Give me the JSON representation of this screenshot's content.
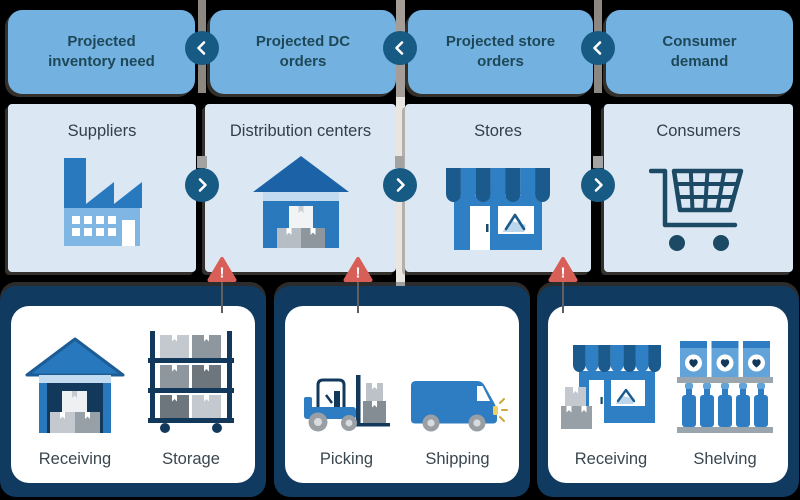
{
  "palette": {
    "page_bg": "#000000",
    "planning_box": "#73b1e1",
    "entity_box": "#dbe8f4",
    "arrow_circle": "#175a84",
    "navy_panel": "#103a5f",
    "card_bg": "#ffffff",
    "heading_text": "#1e4857",
    "body_text": "#3a4750",
    "alert_red": "#d85f58",
    "icon_blue_dark": "#1b5a8c",
    "icon_blue": "#2e7cc1",
    "icon_blue_light": "#7fb6e3",
    "connector_gray": "#a49d98"
  },
  "planning_row": {
    "arrow_direction": "left",
    "boxes": [
      {
        "label": "Projected inventory need"
      },
      {
        "label": "Projected DC orders"
      },
      {
        "label": "Projected store orders"
      },
      {
        "label": "Consumer demand"
      }
    ]
  },
  "entity_row": {
    "arrow_direction": "right",
    "boxes": [
      {
        "label": "Suppliers",
        "icon": "factory-icon"
      },
      {
        "label": "Distribution centers",
        "icon": "warehouse-icon"
      },
      {
        "label": "Stores",
        "icon": "storefront-icon"
      },
      {
        "label": "Consumers",
        "icon": "shopping-cart-icon"
      }
    ]
  },
  "alerts": {
    "symbol": "!",
    "count": 3
  },
  "detail_cards": [
    {
      "items": [
        {
          "label": "Receiving",
          "icon": "warehouse-receiving-icon"
        },
        {
          "label": "Storage",
          "icon": "storage-rack-icon"
        }
      ]
    },
    {
      "items": [
        {
          "label": "Picking",
          "icon": "forklift-icon"
        },
        {
          "label": "Shipping",
          "icon": "delivery-truck-icon"
        }
      ]
    },
    {
      "items": [
        {
          "label": "Receiving",
          "icon": "store-receiving-icon"
        },
        {
          "label": "Shelving",
          "icon": "shelving-icon"
        }
      ]
    }
  ]
}
